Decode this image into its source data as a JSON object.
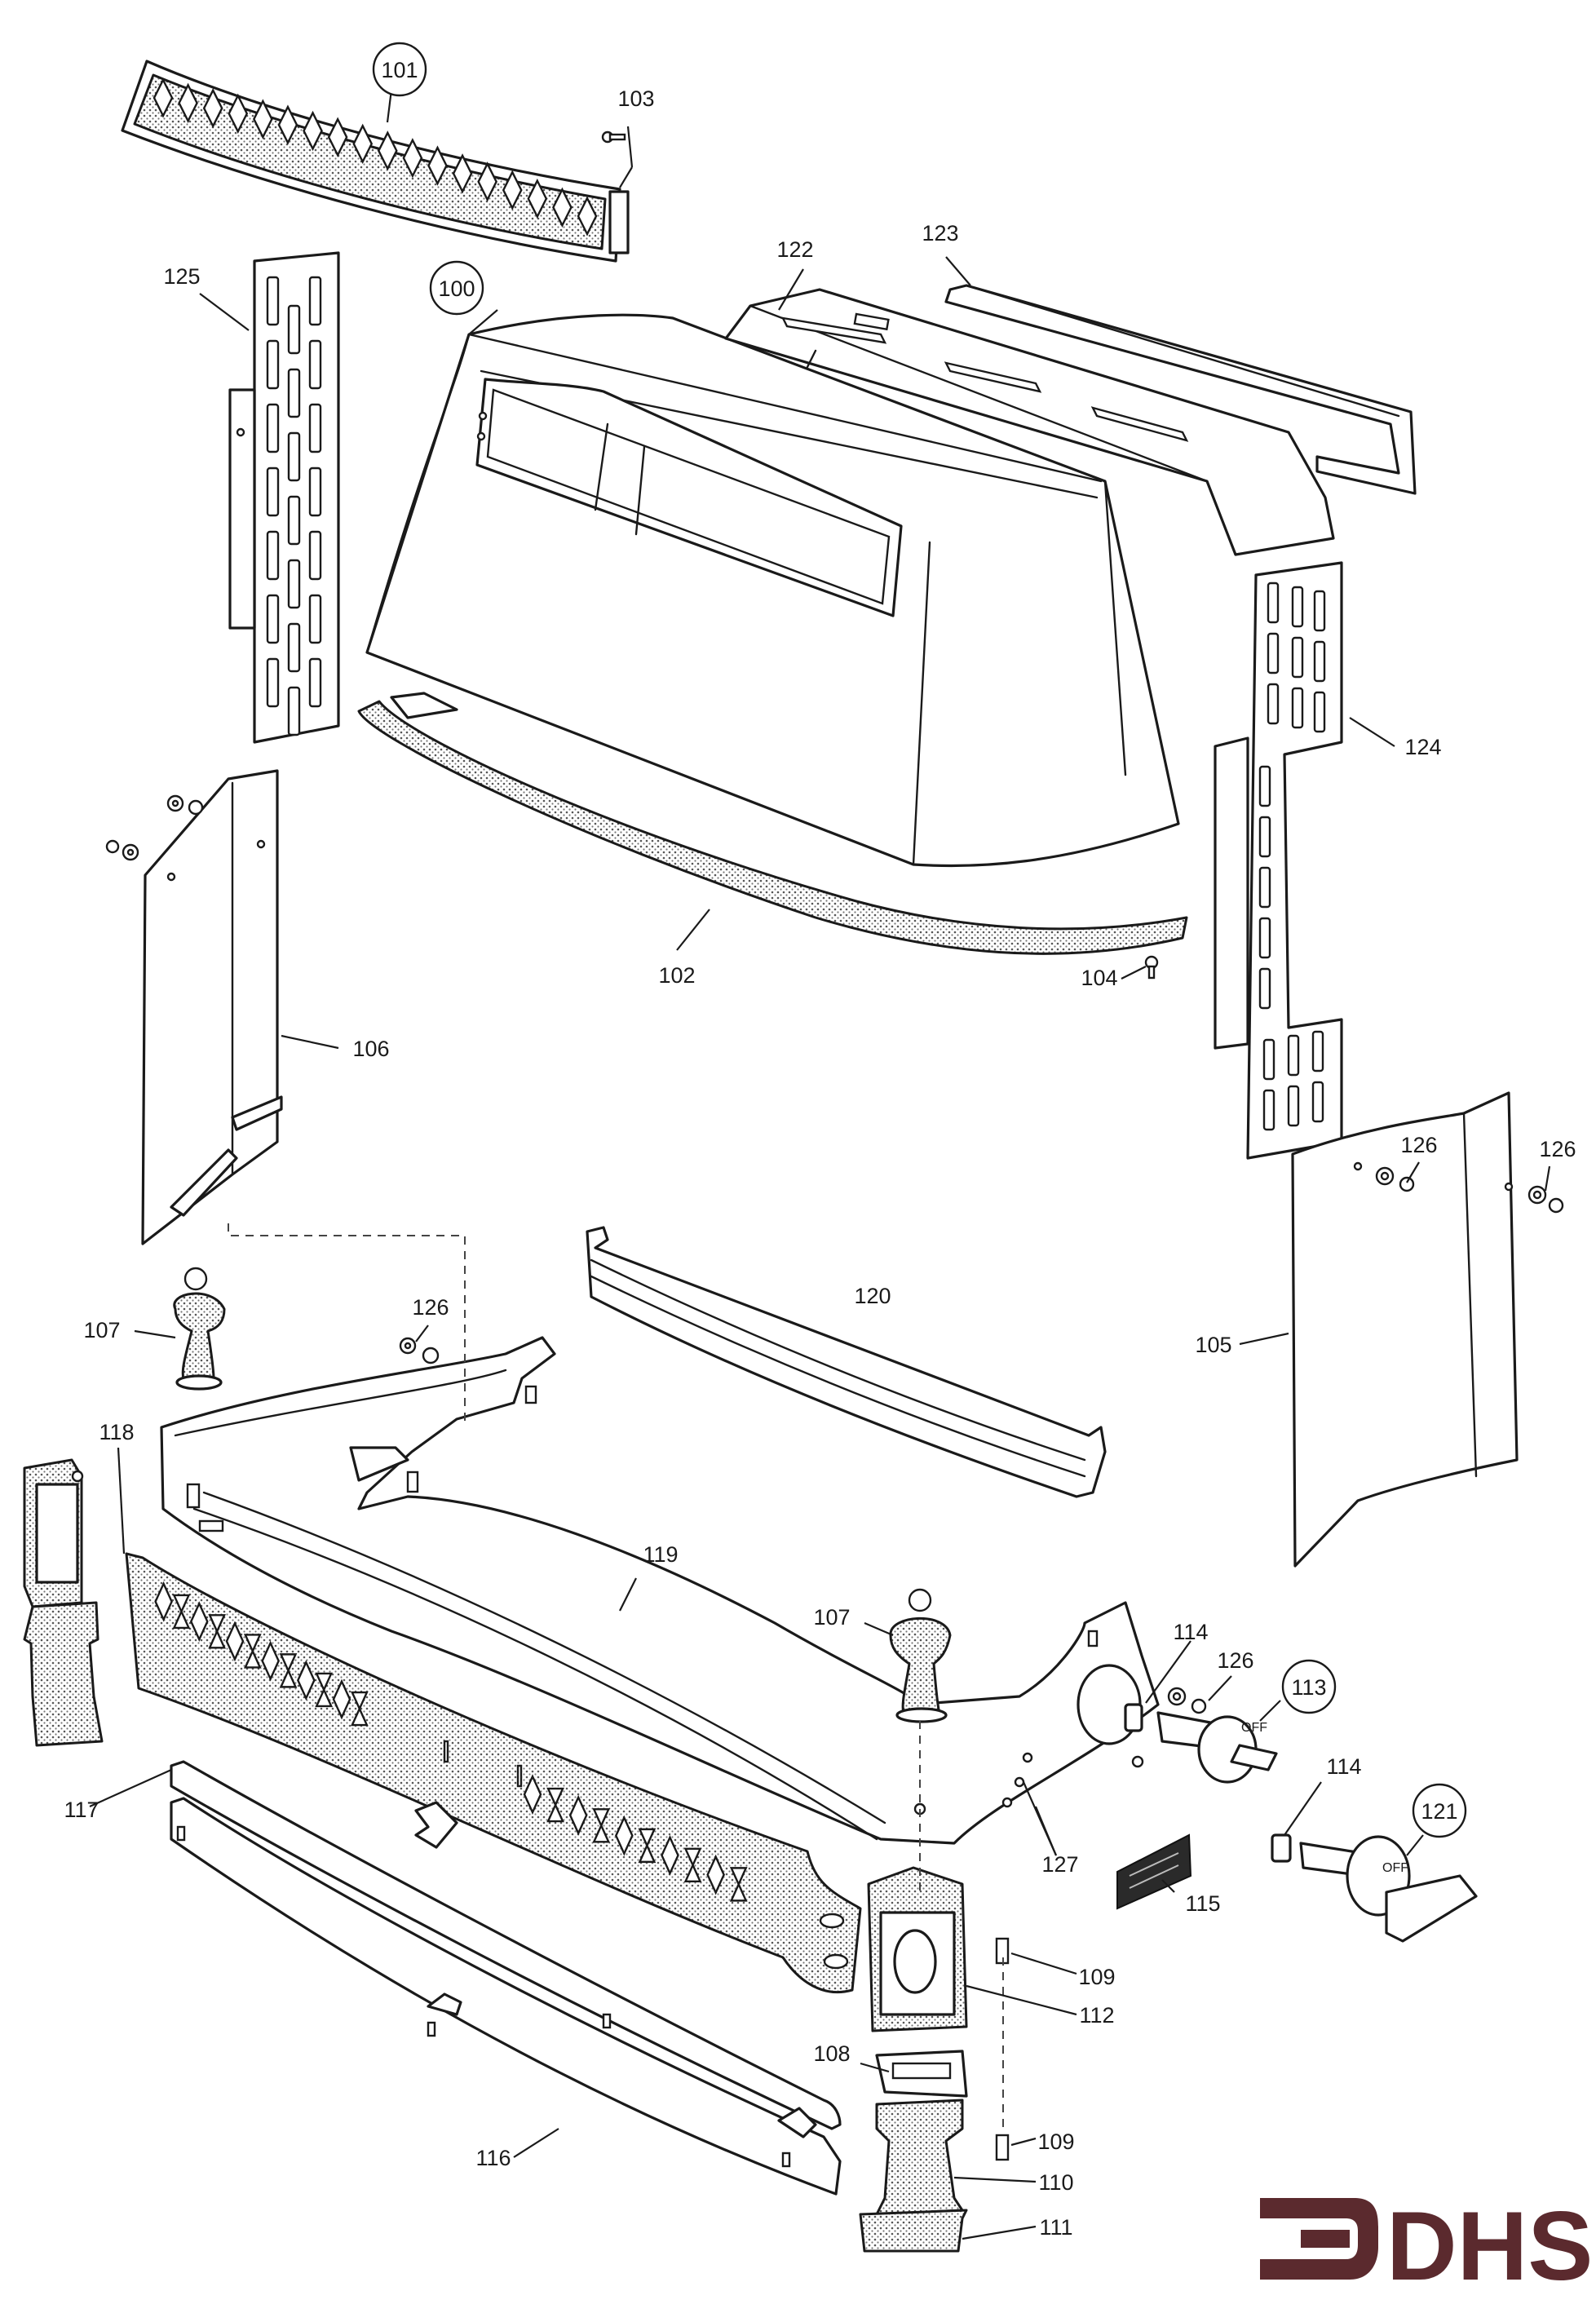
{
  "brand": {
    "logo_text": "DHS",
    "logo_color": "#5b2a2e"
  },
  "knob_marks": {
    "k113": "OFF",
    "k121": "OFF"
  },
  "callouts": {
    "p100": "100",
    "p101": "101",
    "p102": "102",
    "p103": "103",
    "p104": "104",
    "p105": "105",
    "p106": "106",
    "p107a": "107",
    "p107b": "107",
    "p108": "108",
    "p109a": "109",
    "p109b": "109",
    "p110": "110",
    "p111": "111",
    "p112": "112",
    "p113": "113",
    "p114a": "114",
    "p114b": "114",
    "p115": "115",
    "p116": "116",
    "p117": "117",
    "p118": "118",
    "p119": "119",
    "p120": "120",
    "p121": "121",
    "p122": "122",
    "p123": "123",
    "p124": "124",
    "p125": "125",
    "p126a": "126",
    "p126b": "126",
    "p126c": "126",
    "p126d": "126",
    "p127": "127"
  }
}
